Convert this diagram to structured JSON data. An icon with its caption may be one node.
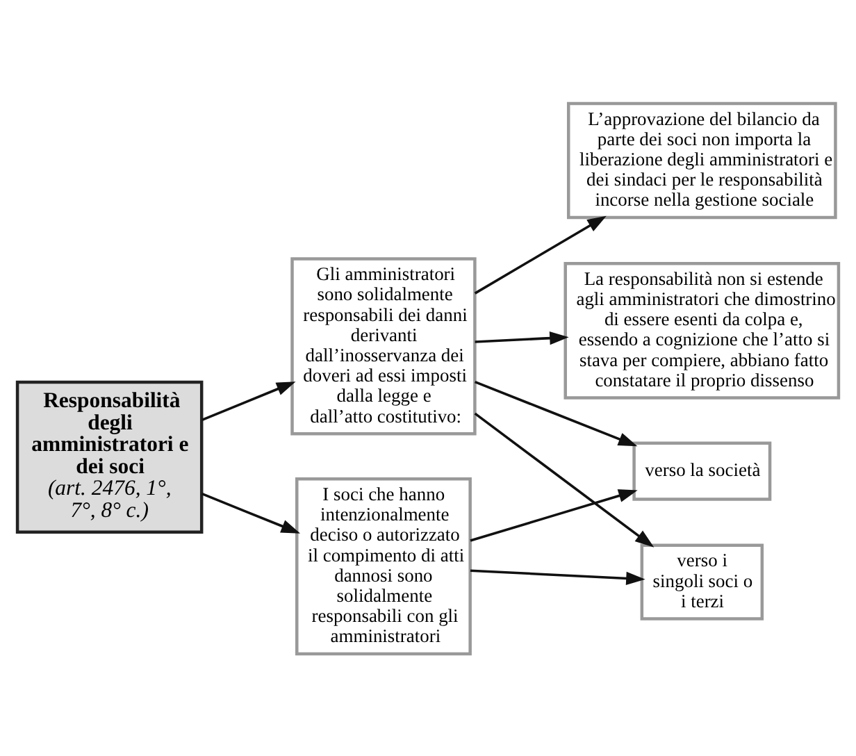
{
  "diagram": {
    "nodes": [
      {
        "text": [
          "Responsabilità degli amministratori e dei soci",
          "(art. 2476, 1°, 7°, 8° c.)"
        ]
      },
      {
        "text": [
          "L’approvazione del bilancio da parte dei soci non importa la liberazione degli amministratori e dei sindaci per le responsabilità incorse nella gestione sociale"
        ]
      },
      {
        "text": [
          "La responsabilità non si estende agli amministratori che dimostrino di essere esenti da colpa e, essendo a cognizione che l’atto si stava per compiere, abbiano fatto constatare il proprio dissenso"
        ]
      },
      {
        "text": [
          "Gli amministratori sono solidalmente responsabili dei danni derivanti dall’inosservanza dei doveri ad essi imposti dalla legge e dall’atto costitutivo:"
        ]
      },
      {
        "text": [
          "I soci che hanno intenzionalmente deciso o autorizzato il compimento di atti dannosi sono solidalmente responsabili con gli amministratori"
        ]
      },
      {
        "text": [
          "verso la società"
        ]
      },
      {
        "text": [
          "verso i singoli soci o i terzi"
        ]
      }
    ],
    "edges": [
      {
        "from": 0,
        "to": 3,
        "arrow": "to"
      },
      {
        "from": 0,
        "to": 4,
        "arrow": "to"
      },
      {
        "from": 3,
        "to": 1,
        "arrow": "to"
      },
      {
        "from": 3,
        "to": 2,
        "arrow": "to"
      },
      {
        "from": 3,
        "to": 5,
        "arrow": "to"
      },
      {
        "from": 3,
        "to": 6,
        "arrow": "to"
      },
      {
        "from": 4,
        "to": 5,
        "arrow": "to"
      },
      {
        "from": 4,
        "to": 6,
        "arrow": "to"
      }
    ]
  }
}
